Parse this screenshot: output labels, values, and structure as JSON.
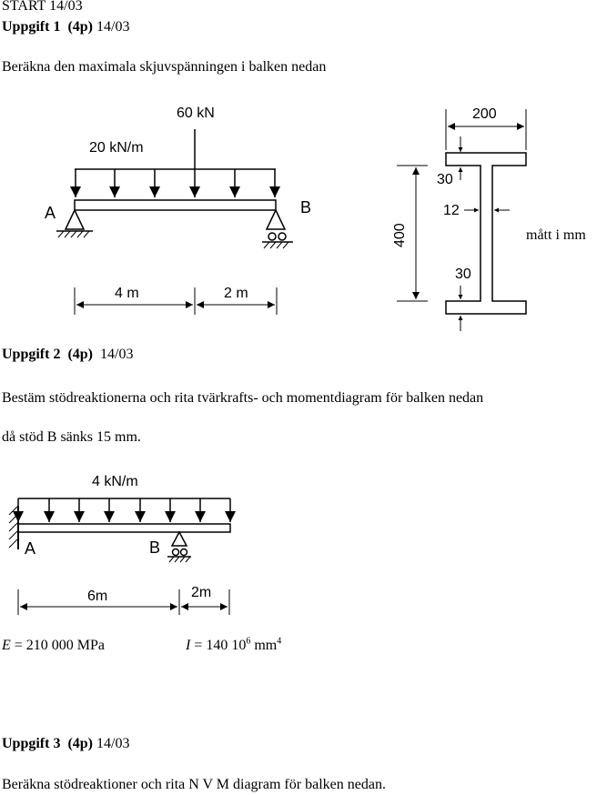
{
  "header": "START 14/03",
  "task1": {
    "title": "Uppgift 1",
    "points": "(4p)",
    "date": "14/03",
    "text": "Beräkna den maximala skjuvspänningen i balken nedan",
    "beam": {
      "load_point": "60 kN",
      "load_dist": "20 kN/m",
      "support_a": "A",
      "support_b": "B",
      "dim_left": "4 m",
      "dim_right": "2 m"
    },
    "section": {
      "width": "200",
      "height": "400",
      "flange_top": "30",
      "web": "12",
      "flange_bottom": "30",
      "unit_note": "mått i mm"
    }
  },
  "task2": {
    "title": "Uppgift 2",
    "points": "(4p)",
    "date": "14/03",
    "text1": "Bestäm stödreaktionerna och rita tvärkrafts- och momentdiagram för balken nedan",
    "text2": "då stöd B sänks 15 mm.",
    "beam": {
      "load_dist": "4 kN/m",
      "support_a": "A",
      "support_b": "B",
      "dim_left": "6m",
      "dim_right": "2m"
    },
    "e_symbol": "E",
    "e_value": " = 210 000 MPa",
    "i_symbol": "I",
    "i_value": " = 140 10",
    "i_exp": "6",
    "i_unit": " mm",
    "i_unit_exp": "4"
  },
  "task3": {
    "title": "Uppgift 3",
    "points": "(4p)",
    "date": "14/03",
    "text": "Beräkna stödreaktioner och rita N V M diagram för balken nedan."
  }
}
